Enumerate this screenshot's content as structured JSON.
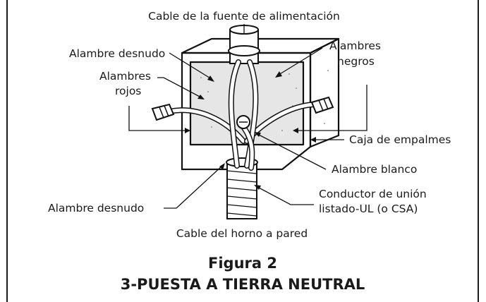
{
  "labels": {
    "power_cable": "Cable de la fuente de alimentación",
    "bare_wire_top": "Alambre desnudo",
    "black_wires_1": "Alambres",
    "black_wires_2": "negros",
    "red_wires_1": "Alambres",
    "red_wires_2": "rojos",
    "junction_box": "Caja de empalmes",
    "white_wire": "Alambre blanco",
    "bonding_conductor_1": "Conductor de unión",
    "bonding_conductor_2": "listado-UL (o CSA)",
    "bare_wire_bottom": "Alambre desnudo",
    "oven_cable": "Cable del horno a pared"
  },
  "caption": {
    "figure": "Figura 2",
    "title": "3-PUESTA A TIERRA NEUTRAL"
  }
}
